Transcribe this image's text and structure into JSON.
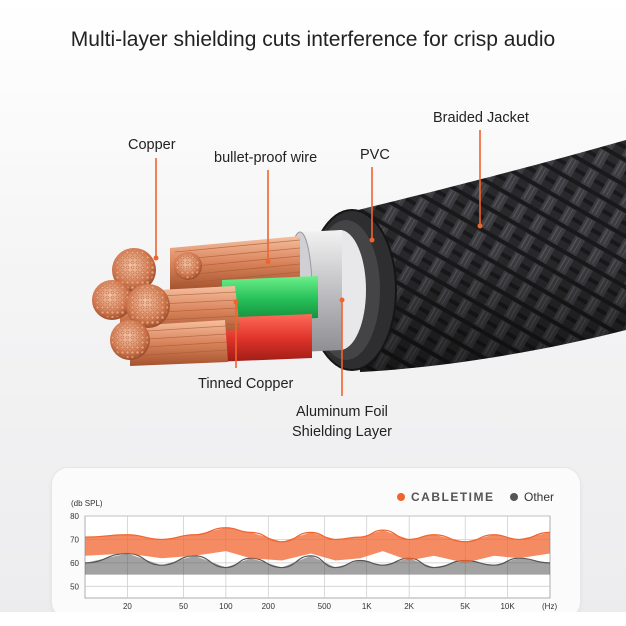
{
  "subtitle": "Multi-layer shielding cuts interference for crisp audio",
  "labels": {
    "copper": "Copper",
    "bullet_proof_wire": "bullet-proof wire",
    "pvc": "PVC",
    "braided_jacket": "Braided Jacket",
    "tinned_copper": "Tinned Copper",
    "aluminum_foil_line1": "Aluminum Foil",
    "aluminum_foil_line2": "Shielding Layer"
  },
  "colors": {
    "accent": "#f0642d",
    "other": "#555555",
    "copper": "#d9835a",
    "green": "#27c05a",
    "red": "#e0352b"
  },
  "chart_data": {
    "type": "area",
    "ylabel": "(db SPL)",
    "xlabel": "(Hz)",
    "yticks": [
      80,
      70,
      60,
      50
    ],
    "ylim": [
      45,
      80
    ],
    "xticks": [
      "20",
      "50",
      "100",
      "200",
      "500",
      "1K",
      "2K",
      "5K",
      "10K"
    ],
    "xlim": [
      10,
      20000
    ],
    "legend_position": "top-right",
    "series": [
      {
        "name": "CABLETIME",
        "color": "#f0642d",
        "x": [
          10,
          20,
          35,
          60,
          100,
          150,
          250,
          400,
          600,
          900,
          1300,
          2000,
          3000,
          5000,
          8000,
          12000,
          20000
        ],
        "upper": [
          71,
          72,
          70,
          72,
          75,
          73,
          69,
          73,
          70,
          71,
          74,
          70,
          72,
          69,
          72,
          70,
          73
        ],
        "lower": [
          63,
          64,
          62,
          63,
          65,
          62,
          61,
          64,
          61,
          62,
          65,
          61,
          63,
          60,
          63,
          62,
          64
        ]
      },
      {
        "name": "Other",
        "color": "#555555",
        "x": [
          10,
          20,
          35,
          60,
          100,
          150,
          250,
          400,
          600,
          900,
          1300,
          2000,
          3000,
          5000,
          8000,
          12000,
          20000
        ],
        "upper": [
          60,
          64,
          59,
          63,
          58,
          62,
          58,
          63,
          58,
          61,
          59,
          62,
          58,
          61,
          59,
          62,
          60
        ],
        "lower": [
          55,
          55,
          55,
          55,
          55,
          55,
          55,
          55,
          55,
          55,
          55,
          55,
          55,
          55,
          55,
          55,
          55
        ]
      }
    ]
  }
}
